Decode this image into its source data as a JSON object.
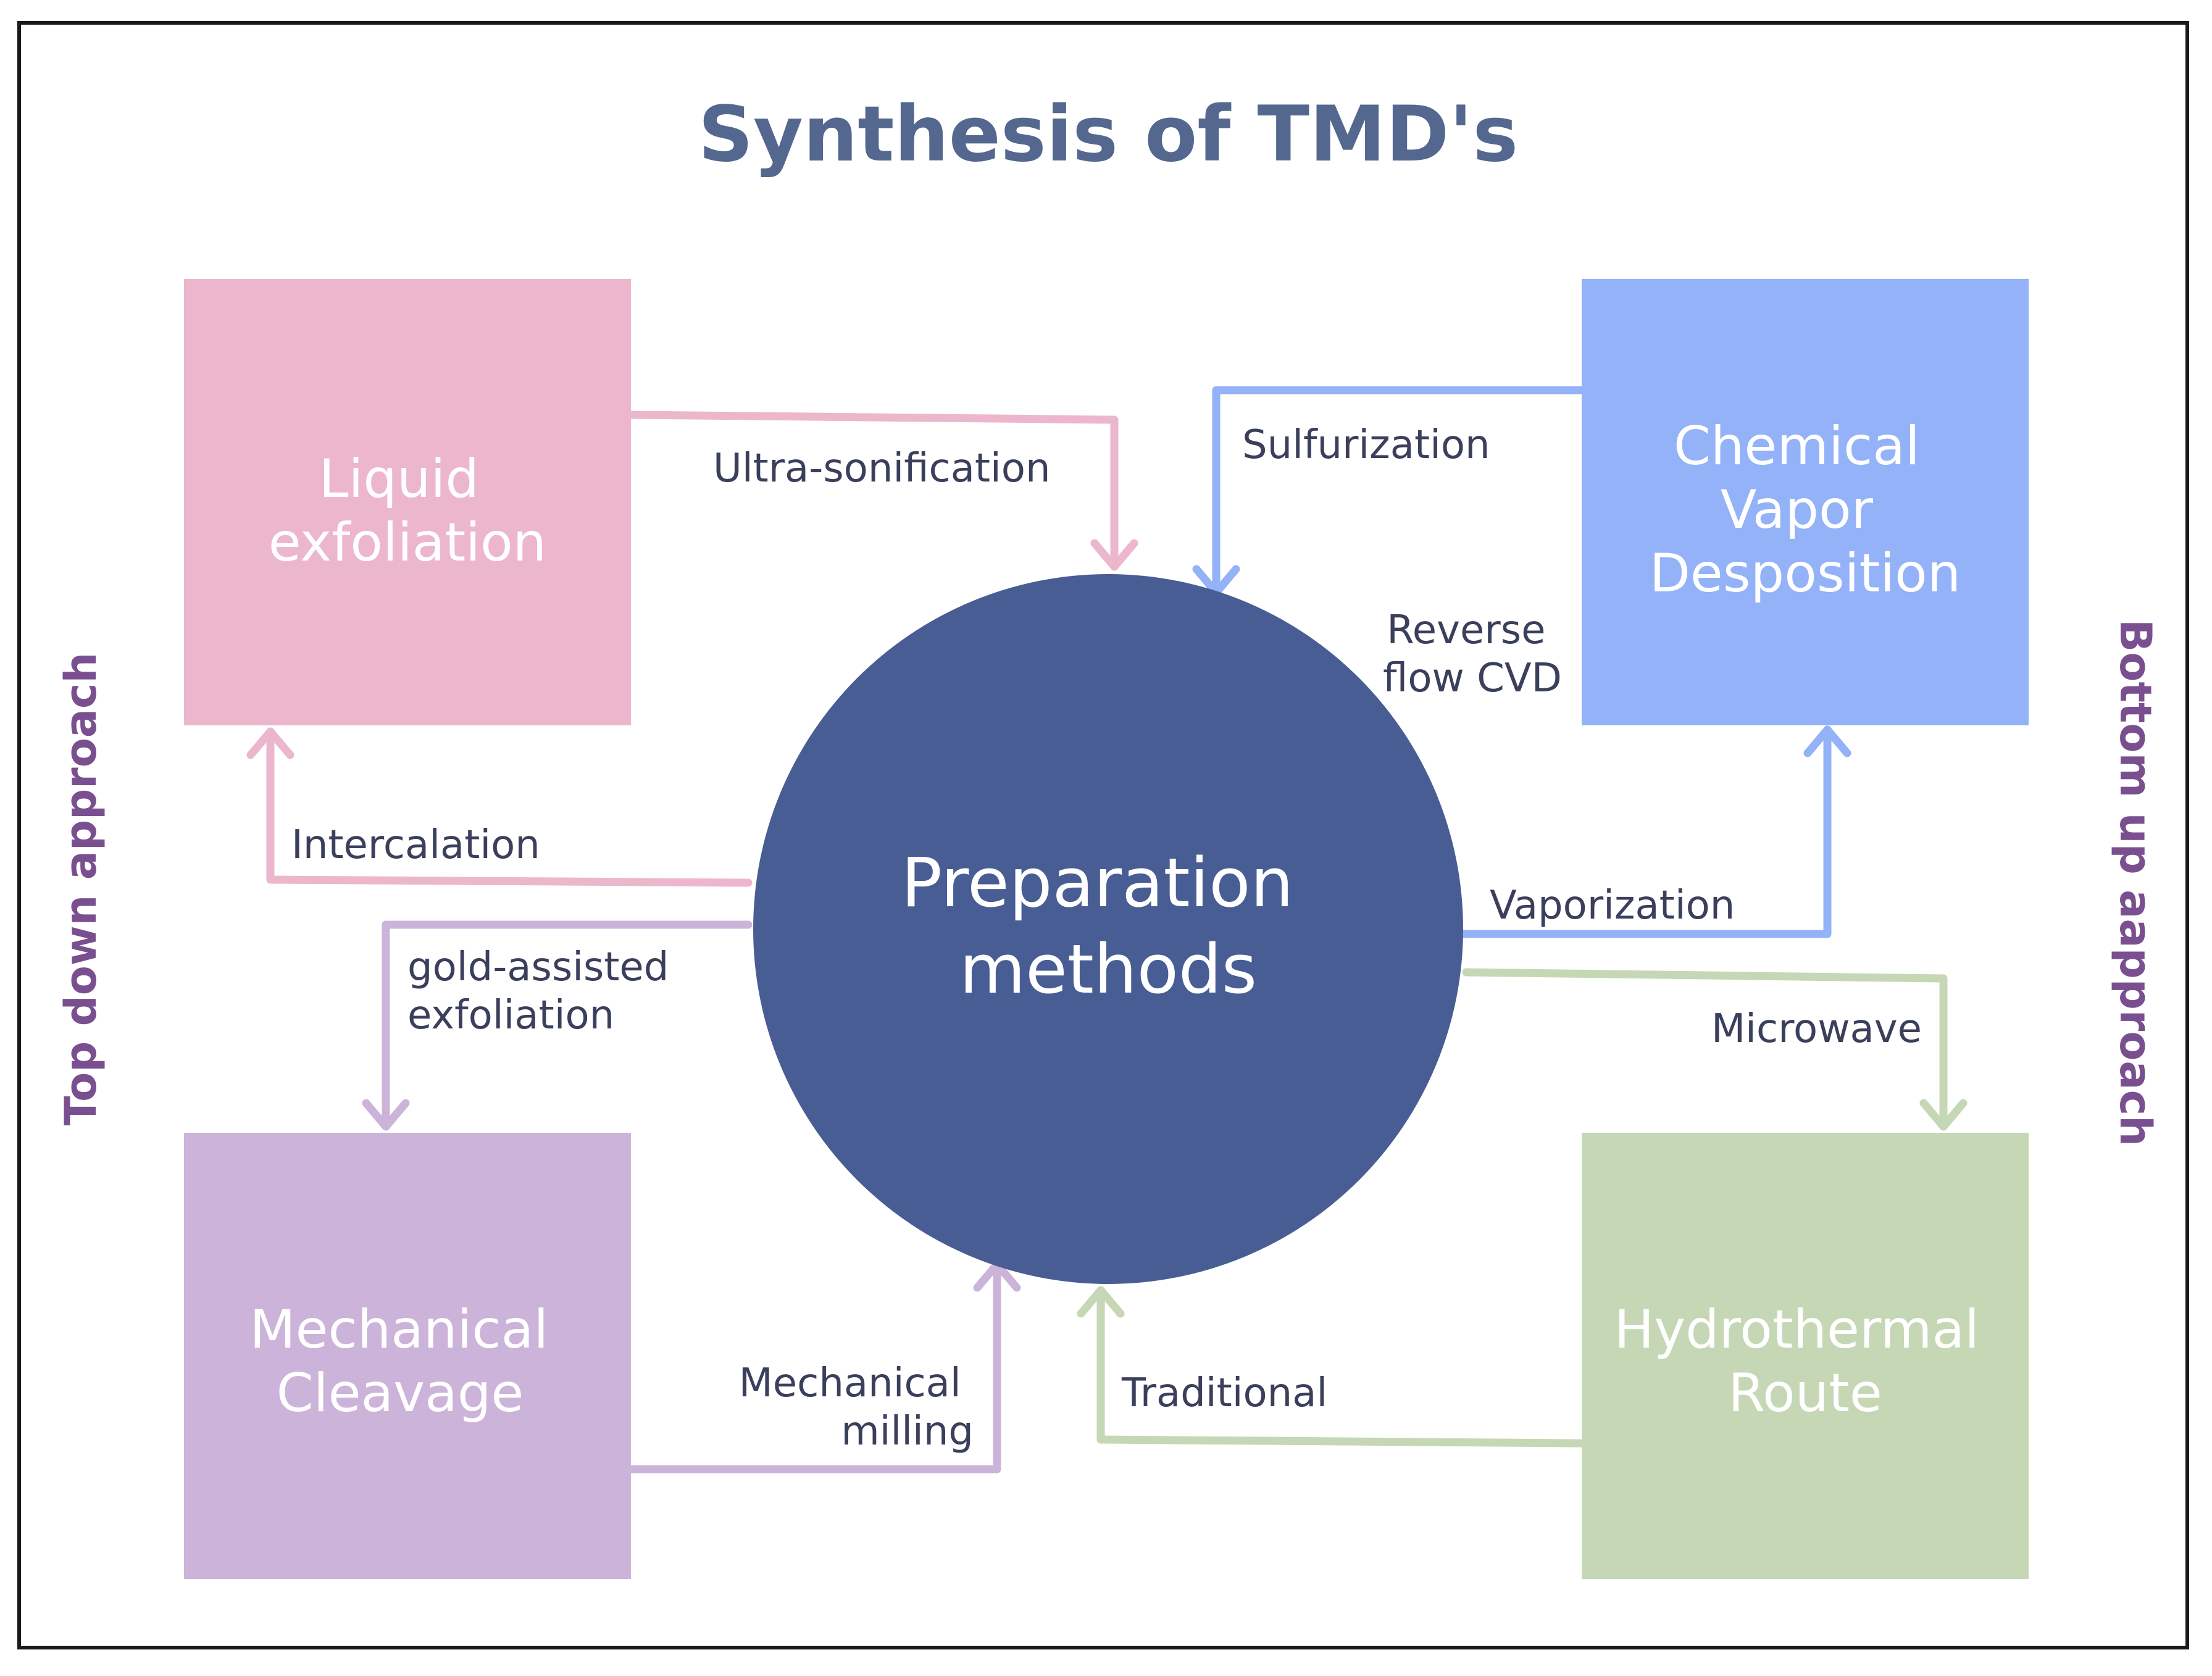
{
  "title": "Synthesis of TMD's",
  "side_labels": {
    "left": "Top down approach",
    "right": "Bottom up aapproach"
  },
  "center": {
    "line1": "Preparation",
    "line2": "methods"
  },
  "boxes": {
    "liquid": {
      "line1": "Liquid",
      "line2": "exfoliation"
    },
    "cvd": {
      "line1": "Chemical",
      "line2": "Vapor",
      "line3": "Desposition"
    },
    "mech": {
      "line1": "Mechanical",
      "line2": "Cleavage"
    },
    "hydro": {
      "line1": "Hydrothermal",
      "line2": "Route"
    }
  },
  "edges": {
    "ultra": "Ultra-sonification",
    "sulfur": "Sulfurization",
    "reverse_l1": "Reverse",
    "reverse_l2": "flow CVD",
    "intercalation": "Intercalation",
    "gold_l1": "gold-assisted",
    "gold_l2": "exfoliation",
    "vapor": "Vaporization",
    "microwave": "Microwave",
    "milling_l1": "Mechanical",
    "milling_l2": "milling",
    "traditional": "Traditional"
  },
  "colors": {
    "title": "#54678f",
    "side_label": "#7a4f90",
    "center": "#485d94",
    "liquid": "#ecb7cc",
    "cvd": "#93b2f7",
    "mech": "#ccb3da",
    "hydro": "#c6d7b5",
    "pink_arrow": "#ecb7cc",
    "blue_arrow": "#93b2f7",
    "purple_arrow": "#ccb3da",
    "green_arrow": "#c6d7b5"
  }
}
